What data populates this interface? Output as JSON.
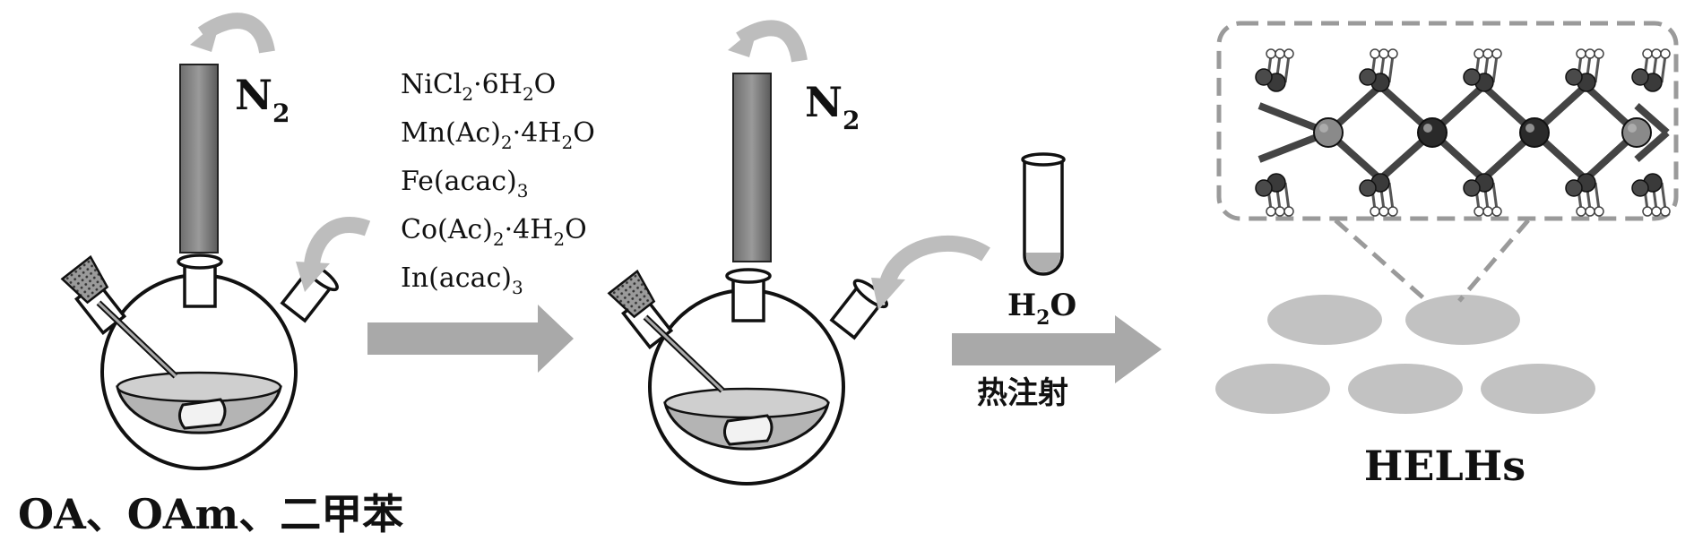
{
  "gas_label": {
    "main": "N",
    "sub": "2"
  },
  "reagents": [
    {
      "segments": [
        {
          "t": "NiCl",
          "sub": false
        },
        {
          "t": "2",
          "sub": true
        },
        {
          "t": "·6H",
          "sub": false
        },
        {
          "t": "2",
          "sub": true
        },
        {
          "t": "O",
          "sub": false
        }
      ]
    },
    {
      "segments": [
        {
          "t": "Mn(Ac)",
          "sub": false
        },
        {
          "t": "2",
          "sub": true
        },
        {
          "t": "·4H",
          "sub": false
        },
        {
          "t": "2",
          "sub": true
        },
        {
          "t": "O",
          "sub": false
        }
      ]
    },
    {
      "segments": [
        {
          "t": "Fe(acac)",
          "sub": false
        },
        {
          "t": "3",
          "sub": true
        }
      ]
    },
    {
      "segments": [
        {
          "t": "Co(Ac)",
          "sub": false
        },
        {
          "t": "2",
          "sub": true
        },
        {
          "t": "·4H",
          "sub": false
        },
        {
          "t": "2",
          "sub": true
        },
        {
          "t": "O",
          "sub": false
        }
      ]
    },
    {
      "segments": [
        {
          "t": "In(acac)",
          "sub": false
        },
        {
          "t": "3",
          "sub": true
        }
      ]
    }
  ],
  "water_label": {
    "h": "H",
    "sub": "2",
    "o": "O"
  },
  "process_label": "热注射",
  "solvent_label": "OA、OAm、二甲苯",
  "product_label": "HELHs"
}
